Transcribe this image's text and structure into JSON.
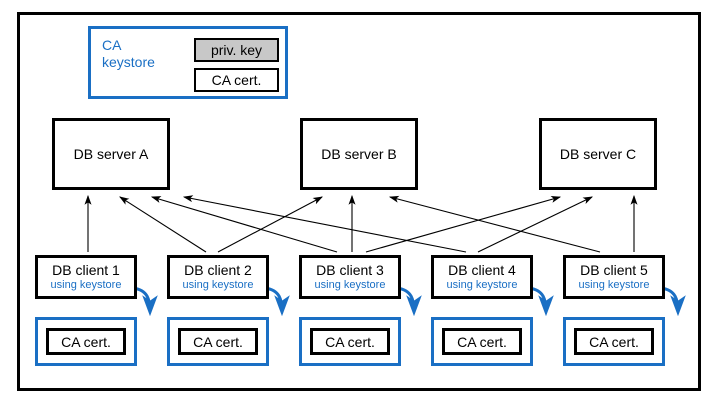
{
  "diagram": {
    "ca_keystore": {
      "label": "CA\nkeystore",
      "priv_key_label": "priv. key",
      "ca_cert_label": "CA cert.",
      "border_color": "#1a6fc4",
      "priv_key_fill": "#c8c8c8"
    },
    "servers": [
      {
        "label": "DB server A"
      },
      {
        "label": "DB server B"
      },
      {
        "label": "DB server C"
      }
    ],
    "clients": [
      {
        "label": "DB client 1",
        "sub_label": "using keystore",
        "cert_label": "CA cert."
      },
      {
        "label": "DB client 2",
        "sub_label": "using keystore",
        "cert_label": "CA cert."
      },
      {
        "label": "DB client 3",
        "sub_label": "using keystore",
        "cert_label": "CA cert."
      },
      {
        "label": "DB client 4",
        "sub_label": "using keystore",
        "cert_label": "CA cert."
      },
      {
        "label": "DB client 5",
        "sub_label": "using keystore",
        "cert_label": "CA cert."
      }
    ],
    "connections": [
      {
        "from": "DB client 1",
        "to": "DB server A"
      },
      {
        "from": "DB client 2",
        "to": "DB server A"
      },
      {
        "from": "DB client 2",
        "to": "DB server B"
      },
      {
        "from": "DB client 3",
        "to": "DB server A"
      },
      {
        "from": "DB client 3",
        "to": "DB server B"
      },
      {
        "from": "DB client 3",
        "to": "DB server C"
      },
      {
        "from": "DB client 4",
        "to": "DB server A"
      },
      {
        "from": "DB client 4",
        "to": "DB server C"
      },
      {
        "from": "DB client 5",
        "to": "DB server B"
      },
      {
        "from": "DB client 5",
        "to": "DB server C"
      }
    ],
    "colors": {
      "accent_blue": "#1a6fc4",
      "outline_black": "#000000",
      "background": "#ffffff"
    }
  }
}
